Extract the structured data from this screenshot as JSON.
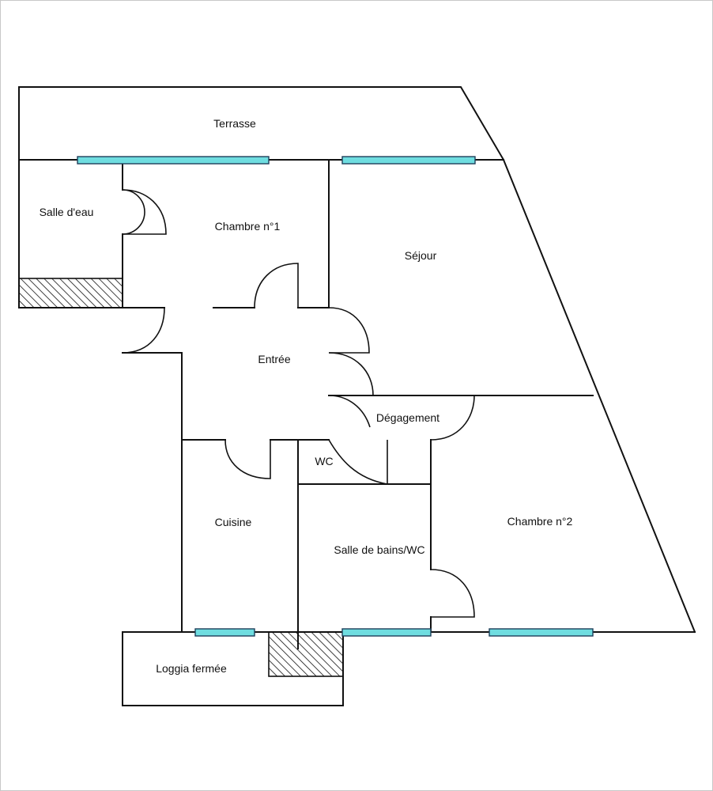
{
  "plan": {
    "rooms": {
      "terrasse": "Terrasse",
      "salle_eau": "Salle d'eau",
      "chambre1": "Chambre n°1",
      "sejour": "Séjour",
      "entree": "Entrée",
      "degagement": "Dégagement",
      "wc": "WC",
      "cuisine": "Cuisine",
      "salle_bains": "Salle de bains/WC",
      "chambre2": "Chambre n°2",
      "loggia": "Loggia fermée"
    },
    "colors": {
      "window_fill": "#6fdde0",
      "window_stroke": "#1f3f5a",
      "wall": "#111111",
      "hatch": "#111111"
    }
  }
}
